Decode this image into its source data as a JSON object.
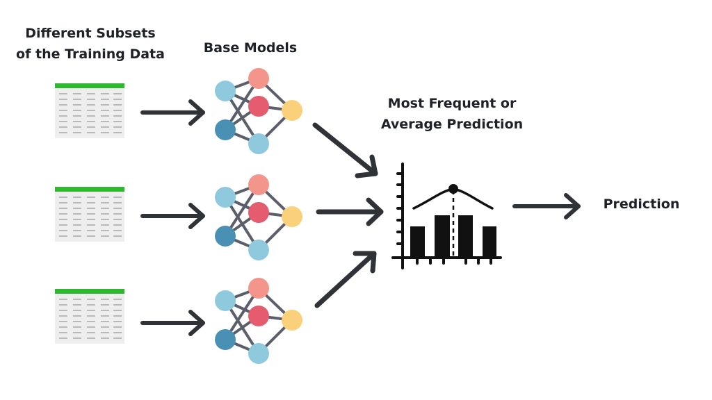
{
  "labels": {
    "subsets": "Different Subsets\nof the Training Data",
    "base_models": "Base Models",
    "aggregation": "Most Frequent or\nAverage Prediction",
    "prediction": "Prediction"
  },
  "colors": {
    "table_header": "#2db82d",
    "table_body": "#e9e9e9",
    "arrow": "#2f3338",
    "edge": "#5a5f6b",
    "node_light_blue": "#8ec9de",
    "node_salmon": "#f3958b",
    "node_red": "#e45c6e",
    "node_yellow": "#fbd07a",
    "node_dark_blue": "#4a90b5",
    "histogram": "#111111"
  },
  "icons": [
    "table-icon",
    "neural-network-icon",
    "histogram-icon",
    "arrow-icon"
  ],
  "subset_count": 3
}
